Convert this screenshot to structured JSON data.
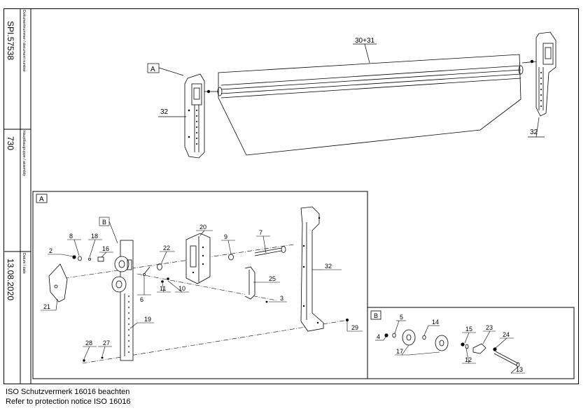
{
  "title_block": {
    "doc_no_label": "Dokumentnummer / document number",
    "doc_no": "SPI.57538",
    "assembly_label": "Hauptbaugruppe / assembly",
    "assembly": "730",
    "date_label": "Datum / date",
    "date": "13.08.2020"
  },
  "notice": {
    "line_de": "ISO Schutzvermerk 16016 beachten",
    "line_en": "Refer to protection notice ISO 16016"
  },
  "overview": {
    "view_label": "A",
    "labels": [
      "30+31",
      "32",
      "32"
    ]
  },
  "detail_a": {
    "view_label": "A",
    "sub_label": "B",
    "labels": [
      "8",
      "18",
      "2",
      "16",
      "22",
      "20",
      "9",
      "7",
      "6",
      "11",
      "10",
      "25",
      "21",
      "3",
      "32",
      "19",
      "28",
      "27",
      "29"
    ]
  },
  "detail_b": {
    "view_label": "B",
    "labels": [
      "5",
      "14",
      "4",
      "17",
      "15",
      "23",
      "24",
      "12",
      "13"
    ]
  }
}
